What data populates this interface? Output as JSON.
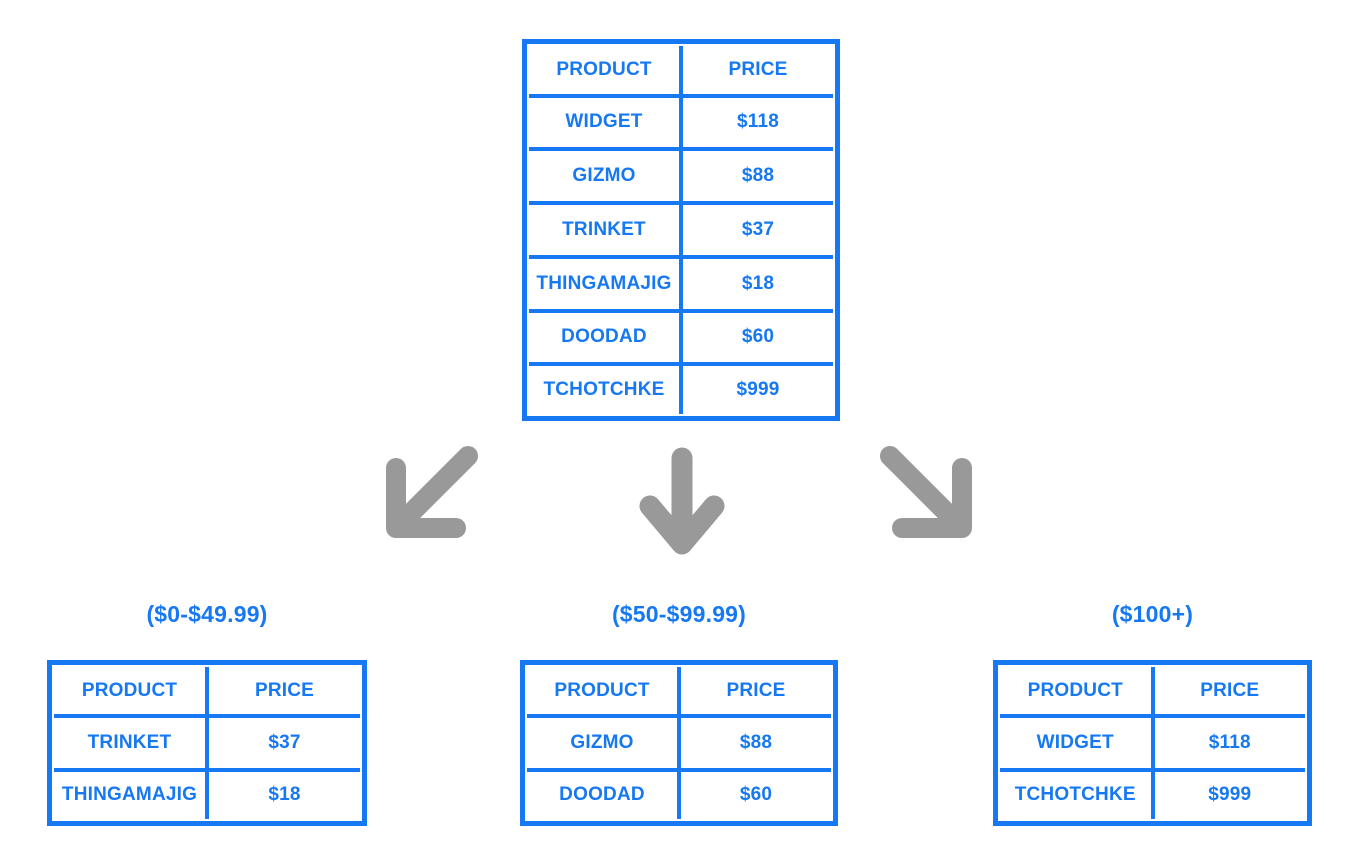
{
  "colors": {
    "blue": "#1678F2",
    "arrow_gray": "#999999",
    "background": "#FFFFFF"
  },
  "main_table": {
    "headers": [
      "PRODUCT",
      "PRICE"
    ],
    "rows": [
      [
        "WIDGET",
        "$118"
      ],
      [
        "GIZMO",
        "$88"
      ],
      [
        "TRINKET",
        "$37"
      ],
      [
        "THINGAMAJIG",
        "$18"
      ],
      [
        "DOODAD",
        "$60"
      ],
      [
        "TCHOTCHKE",
        "$999"
      ]
    ]
  },
  "arrows": [
    {
      "name": "arrow-down-left",
      "direction": "down-left"
    },
    {
      "name": "arrow-down",
      "direction": "down"
    },
    {
      "name": "arrow-down-right",
      "direction": "down-right"
    }
  ],
  "groups": [
    {
      "label": "($0-$49.99)",
      "headers": [
        "PRODUCT",
        "PRICE"
      ],
      "rows": [
        [
          "TRINKET",
          "$37"
        ],
        [
          "THINGAMAJIG",
          "$18"
        ]
      ]
    },
    {
      "label": "($50-$99.99)",
      "headers": [
        "PRODUCT",
        "PRICE"
      ],
      "rows": [
        [
          "GIZMO",
          "$88"
        ],
        [
          "DOODAD",
          "$60"
        ]
      ]
    },
    {
      "label": "($100+)",
      "headers": [
        "PRODUCT",
        "PRICE"
      ],
      "rows": [
        [
          "WIDGET",
          "$118"
        ],
        [
          "TCHOTCHKE",
          "$999"
        ]
      ]
    }
  ]
}
